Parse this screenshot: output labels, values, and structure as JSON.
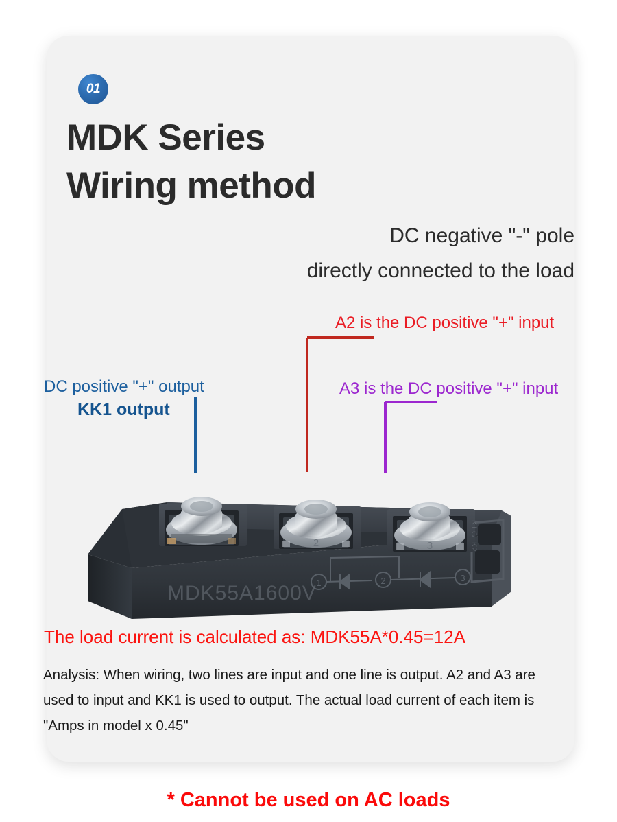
{
  "badge": {
    "number": "01"
  },
  "heading": {
    "title": "MDK Series\nWiring method",
    "subtitle": "DC negative \"-\" pole\ndirectly connected to the load"
  },
  "callouts": {
    "a2": {
      "text": "A2 is the DC positive \"+\" input",
      "color": "#ea1c24",
      "target_terminal": "2"
    },
    "a3": {
      "text": "A3 is the DC positive \"+\" input",
      "color": "#9c27cf",
      "target_terminal": "3"
    },
    "kk1_line1": {
      "text": "DC positive \"+\" output",
      "color": "#1c5f9e"
    },
    "kk1_line2": {
      "text": "KK1 output",
      "color": "#15548f",
      "target_terminal": "1"
    }
  },
  "product": {
    "model_text": "MDK55A1600V",
    "terminal_labels": [
      "1",
      "2",
      "3"
    ],
    "schematic_nodes": [
      "1",
      "2",
      "3"
    ],
    "body_color": "#32373d",
    "terminal_metal_color": "#c9cdd2"
  },
  "footer": {
    "calculation": "The load current is calculated as: MDK55A*0.45=12A",
    "analysis": "Analysis: When wiring, two lines are input and one line is output. A2 and A3 are used to input and KK1 is used to output. The actual load current of each item is \"Amps in model x 0.45\"",
    "warning": "* Cannot be used on AC loads"
  }
}
